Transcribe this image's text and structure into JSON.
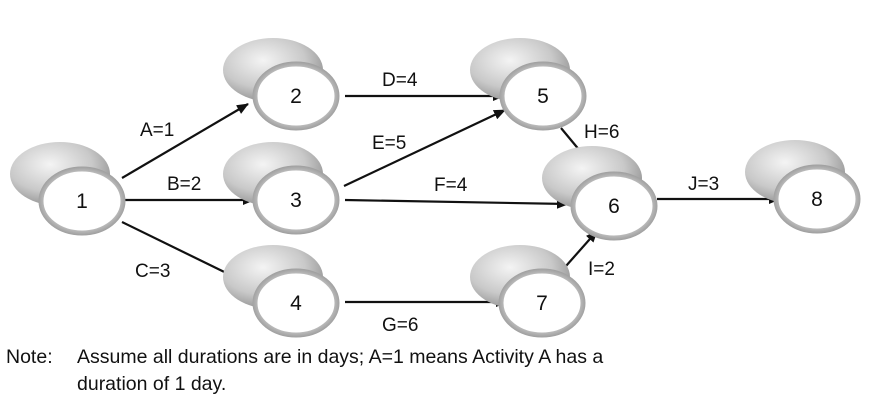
{
  "nodes": [
    {
      "id": "1",
      "label": "1"
    },
    {
      "id": "2",
      "label": "2"
    },
    {
      "id": "3",
      "label": "3"
    },
    {
      "id": "4",
      "label": "4"
    },
    {
      "id": "5",
      "label": "5"
    },
    {
      "id": "6",
      "label": "6"
    },
    {
      "id": "7",
      "label": "7"
    },
    {
      "id": "8",
      "label": "8"
    }
  ],
  "edges": [
    {
      "from": "1",
      "to": "2",
      "label": "A=1"
    },
    {
      "from": "1",
      "to": "3",
      "label": "B=2"
    },
    {
      "from": "1",
      "to": "4",
      "label": "C=3"
    },
    {
      "from": "2",
      "to": "5",
      "label": "D=4"
    },
    {
      "from": "3",
      "to": "5",
      "label": "E=5"
    },
    {
      "from": "3",
      "to": "6",
      "label": "F=4"
    },
    {
      "from": "4",
      "to": "7",
      "label": "G=6"
    },
    {
      "from": "5",
      "to": "6",
      "label": "H=6"
    },
    {
      "from": "7",
      "to": "6",
      "label": "I=2"
    },
    {
      "from": "6",
      "to": "8",
      "label": "J=3"
    }
  ],
  "note": {
    "prefix": "Note:",
    "line1": "Assume all durations are in days;  A=1 means Activity A has a",
    "line2": "duration of 1 day."
  }
}
